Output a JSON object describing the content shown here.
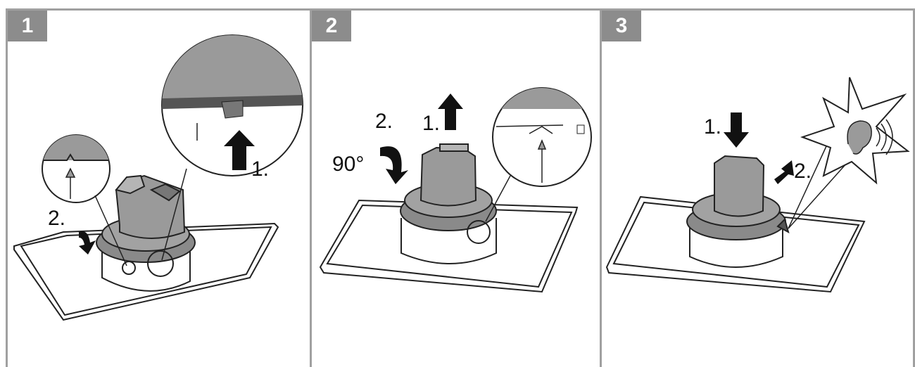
{
  "steps": [
    {
      "number": "1",
      "labels": {
        "first": "1.",
        "second": "2."
      }
    },
    {
      "number": "2",
      "labels": {
        "first": "1.",
        "second": "2.",
        "angle": "90°"
      }
    },
    {
      "number": "3",
      "labels": {
        "first": "1.",
        "second": "2."
      }
    }
  ],
  "colors": {
    "frame": "#a0a0a0",
    "badge": "#8c8c8c",
    "part_gray": "#9a9a9a",
    "arrow_dark": "#111111"
  },
  "icons": [
    "magnifier-circle",
    "ear-icon",
    "starburst-sound"
  ]
}
